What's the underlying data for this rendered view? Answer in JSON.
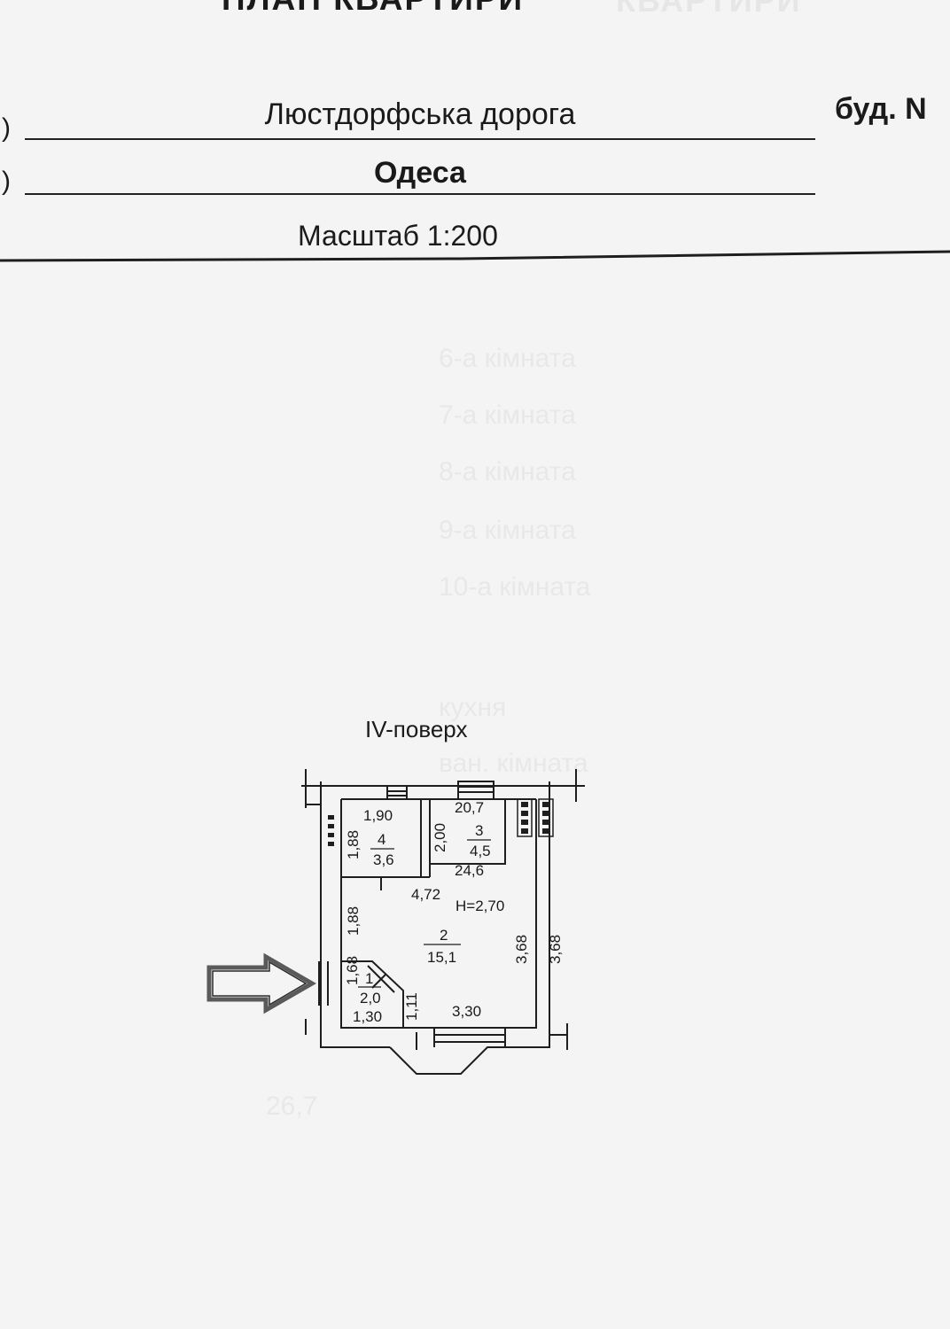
{
  "document": {
    "title": "ПЛАН КВАРТИРИ",
    "title_ghost": "КВАРТИРИ",
    "street_paren": ")",
    "street": "Люстдорфська дорога",
    "building_label": "буд. N",
    "city_paren": ")",
    "city": "Одеса",
    "scale": "Масштаб 1:200"
  },
  "bleed_through": {
    "rows": [
      "6-а кімната",
      "7-а кімната",
      "8-а кімната",
      "9-а кімната",
      "10-а кімната"
    ],
    "extra": [
      "кухня",
      "ван. кімната"
    ],
    "total": "26,7"
  },
  "floor_plan": {
    "floor_label": "IV-поверх",
    "height_label": "H=2,70",
    "rooms": [
      {
        "number": "1",
        "area": "2,0"
      },
      {
        "number": "2",
        "area": "15,1"
      },
      {
        "number": "3",
        "area": "4,5"
      },
      {
        "number": "4",
        "area": "3,6"
      }
    ],
    "dimensions": {
      "room4_width": "1,90",
      "room4_height": "1,88",
      "partition": "2,00",
      "total_top": "20,7",
      "living_area": "24,6",
      "width_main": "4,72",
      "left_height": "1,88",
      "inner_height": "3,68",
      "outer_height": "3,68",
      "room1_height": "1,68",
      "room1_width": "1,30",
      "door_width": "1,11",
      "bottom_width": "3,30"
    }
  }
}
